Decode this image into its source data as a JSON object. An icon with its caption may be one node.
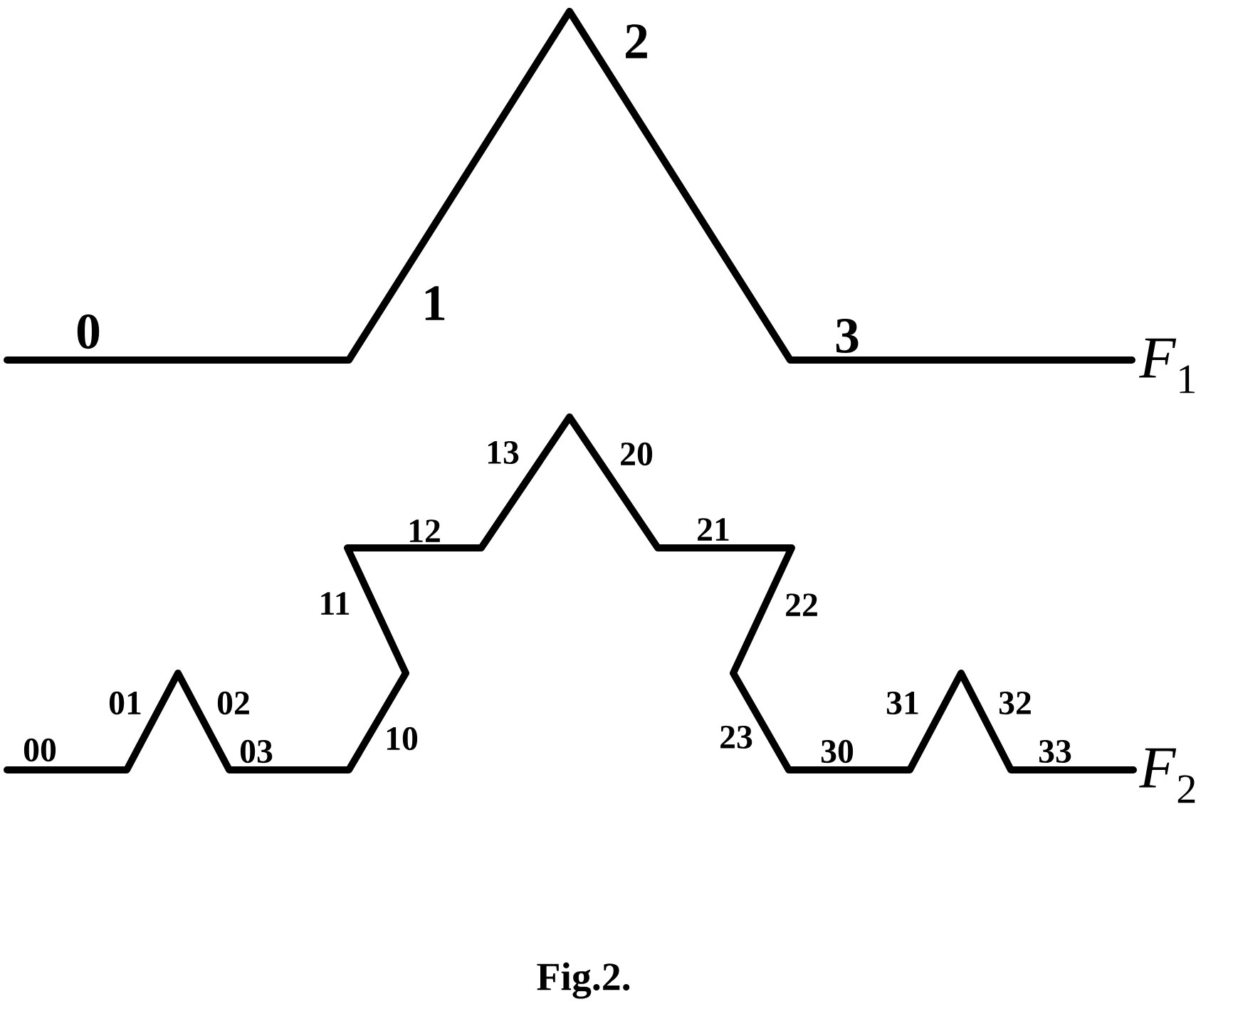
{
  "diagram": {
    "labels": [
      "0",
      "1",
      "2",
      "3",
      "*F*$_{1}$",
      "00",
      "01",
      "02",
      "03",
      "10",
      "11",
      "12",
      "13",
      "20",
      "21",
      "22",
      "23",
      "30",
      "31",
      "32",
      "33",
      "*F*$_{2}$"
    ],
    "caption": "Fig.2."
  }
}
